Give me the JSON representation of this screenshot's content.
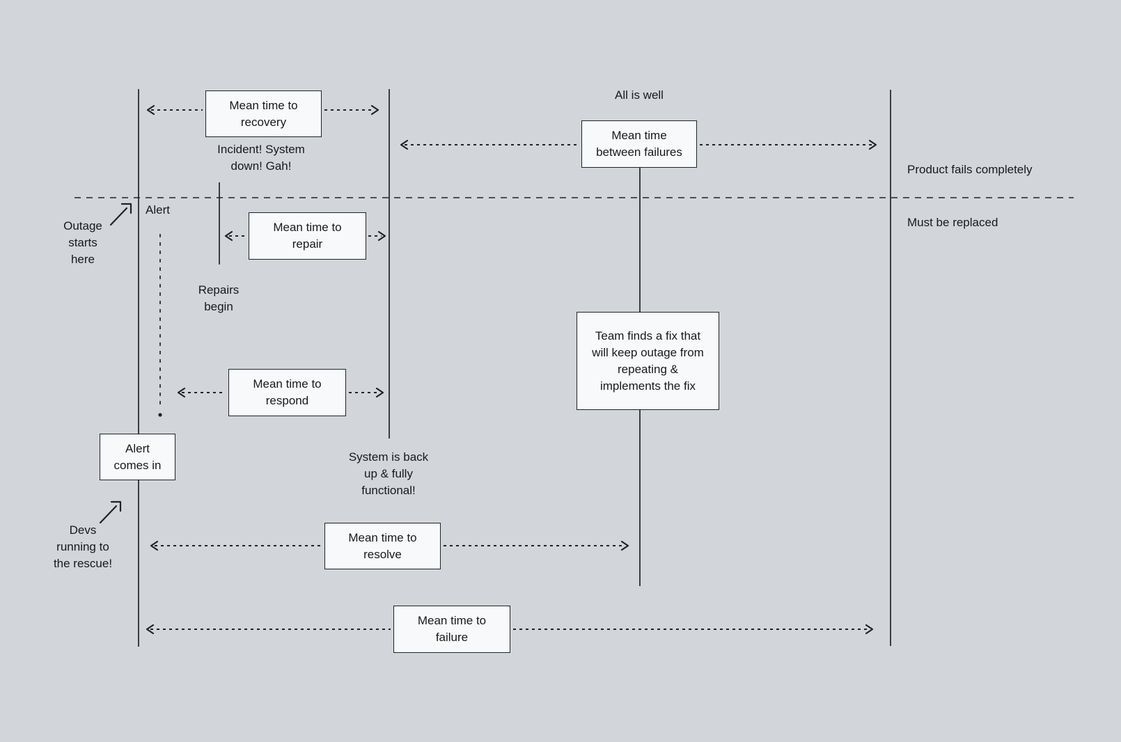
{
  "diagram": {
    "title_semantic": "Incident metrics timeline (MTTR / MTBF / MTTF)",
    "colors": {
      "background": "#d2d6da",
      "box_fill": "#f8f9fa",
      "stroke": "#1f2328",
      "text": "#17191c"
    },
    "boxes": {
      "recovery": "Mean time to\nrecovery",
      "between_failures": "Mean time\nbetween failures",
      "repair": "Mean time to\nrepair",
      "respond": "Mean time to\nrespond",
      "alert_comes_in": "Alert\ncomes in",
      "team_fix": "Team finds a fix that\nwill keep outage from\nrepeating &\nimplements the fix",
      "resolve": "Mean time to\nresolve",
      "failure": "Mean time to\nfailure"
    },
    "labels": {
      "all_is_well": "All is well",
      "incident": "Incident! System\ndown! Gah!",
      "product_fails": "Product fails completely",
      "must_be_replaced": "Must be replaced",
      "alert": "Alert",
      "outage_starts": "Outage\nstarts\nhere",
      "repairs_begin": "Repairs\nbegin",
      "system_back": "System is back\nup & fully\nfunctional!",
      "devs_running": "Devs\nrunning to\nthe rescue!"
    }
  }
}
